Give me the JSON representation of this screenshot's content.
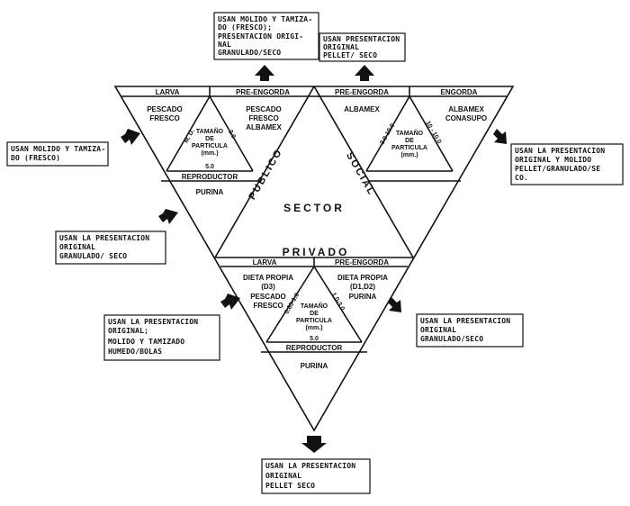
{
  "notes": {
    "top_left": [
      "USAN MOLIDO Y TAMIZA-",
      "DO (FRESCO);",
      "PRESENTACION ORIGI-",
      "NAL",
      "GRANULADO/SECO"
    ],
    "top_right": [
      "USAN PRESENTACION",
      "ORIGINAL",
      "PELLET/ SECO"
    ],
    "left_upper": [
      "USAN MOLIDO Y TAMIZA-",
      "DO (FRESCO)"
    ],
    "right_upper": [
      "USAN LA PRESENTACION",
      "ORIGINAL Y MOLIDO",
      "PELLET/GRANULADO/SE",
      "CO."
    ],
    "left_mid": [
      "USAN LA PRESENTACION",
      "ORIGINAL",
      "GRANULADO/ SECO"
    ],
    "left_lower": [
      "USAN LA PRESENTACION",
      "ORIGINAL;",
      "MOLIDO Y TAMIZADO",
      "HUMEDO/BOLAS"
    ],
    "right_lower": [
      "USAN LA PRESENTACION",
      "ORIGINAL",
      "GRANULADO/SECO"
    ],
    "bottom": [
      "USAN LA PRESENTACION",
      "ORIGINAL",
      "PELLET SECO"
    ]
  },
  "sectors": {
    "center": "SECTOR",
    "publico": "PUBLICO",
    "social": "SOCIAL",
    "privado": "PRIVADO"
  },
  "publico": {
    "larva": "LARVA",
    "pre_engorda": "PRE-ENGORDA",
    "larva_food": [
      "PESCADO",
      "FRESCO"
    ],
    "pre_food": [
      "PESCADO",
      "FRESCO",
      "ALBAMEX"
    ],
    "size_left": "M. D.",
    "size_right": "3.0",
    "size_label": [
      "TAMAÑO",
      "DE",
      "PARTICULA",
      "(mm.)"
    ],
    "size_bottom": "5.0",
    "reproductor": "REPRODUCTOR",
    "repro_food": "PURINA"
  },
  "social": {
    "pre_engorda": "PRE-ENGORDA",
    "engorda": "ENGORDA",
    "pre_food": "ALBAMEX",
    "eng_food": [
      "ALBAMEX",
      "CONASUPO"
    ],
    "size_left": "3.0-10.0",
    "size_right": "10 - 10.0",
    "size_label": [
      "TAMAÑO",
      "DE",
      "PARTICULA",
      "(mm.)"
    ]
  },
  "privado": {
    "larva": "LARVA",
    "pre_engorda": "PRE-ENGORDA",
    "larva_food": [
      "DIETA PROPIA",
      "(D3)",
      "PESCADO",
      "FRESCO"
    ],
    "pre_food": [
      "DIETA PROPIA",
      "(D1,D2)",
      "PURINA"
    ],
    "size_left": "0.85-1.0",
    "size_right": "1.0-3.0",
    "size_label": [
      "TAMAÑO",
      "DE",
      "PARTICULA",
      "(mm.)"
    ],
    "size_bottom": "5.0",
    "reproductor": "REPRODUCTOR",
    "repro_food": "PURINA"
  },
  "colors": {
    "ink": "#111111",
    "paper": "#ffffff"
  }
}
